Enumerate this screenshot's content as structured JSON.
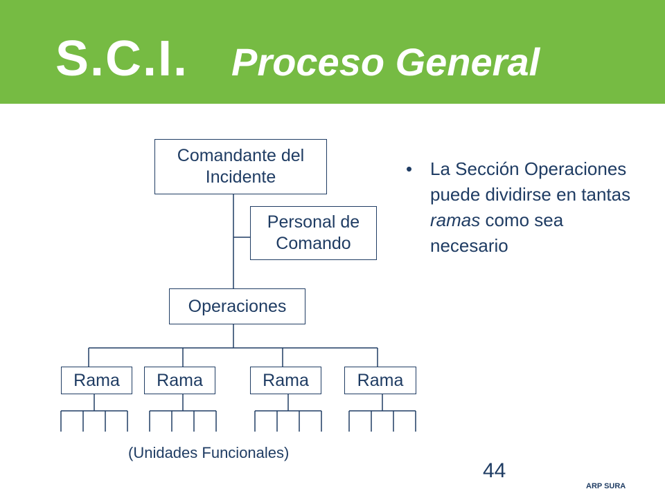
{
  "slide": {
    "title_main": "S.C.I.",
    "title_sub": "Proceso General",
    "header_color": "#76bb43",
    "text_color": "#1f3c63"
  },
  "org_chart": {
    "comandante": "Comandante del\nIncidente",
    "personal_comando": "Personal de\nComando",
    "operaciones": "Operaciones",
    "ramas": [
      "Rama",
      "Rama",
      "Rama",
      "Rama"
    ],
    "units_per_rama": 3,
    "units_caption": "(Unidades Funcionales)"
  },
  "bullet": {
    "marker": "•",
    "text_before": "La Sección Operaciones puede dividirse en tantas ",
    "text_emphasis": "ramas",
    "text_after": " como sea necesario"
  },
  "footer": {
    "page_number": "44",
    "brand": "ARP SURA"
  }
}
